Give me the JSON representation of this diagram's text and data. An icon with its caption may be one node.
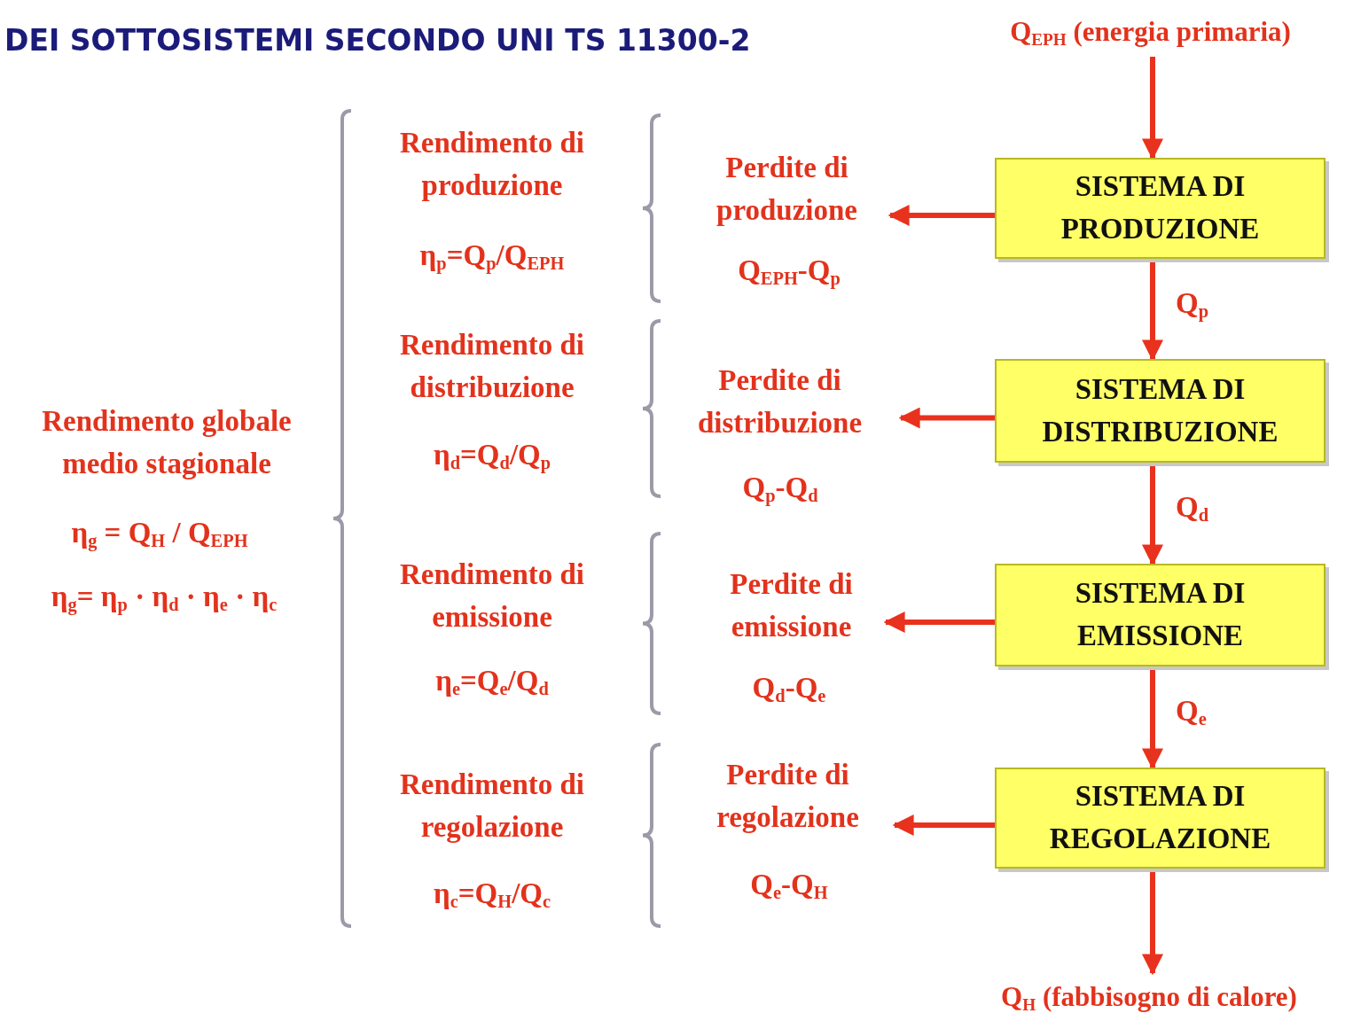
{
  "diagram": {
    "title": "DEI SOTTOSISTEMI SECONDO UNI TS 11300-2",
    "nodes": [
      {
        "text": [
          "Q$_{EPH}$ (energia primaria)"
        ]
      },
      {
        "text": [
          "SISTEMA DI PRODUZIONE"
        ]
      },
      {
        "text": [
          "SISTEMA DI DISTRIBUZIONE"
        ]
      },
      {
        "text": [
          "SISTEMA DI EMISSIONE"
        ]
      },
      {
        "text": [
          "SISTEMA DI REGOLAZIONE"
        ]
      },
      {
        "text": [
          "Q$_{H}$ (fabbisogno di calore)"
        ]
      },
      {
        "text": [
          "Perdite di produzione"
        ],
        "beside": [
          "Q$_{EPH}$-Q$_{p}$"
        ]
      },
      {
        "text": [
          "Perdite di distribuzione"
        ],
        "beside": [
          "Q$_{p}$-Q$_{d}$"
        ]
      },
      {
        "text": [
          "Perdite di emissione"
        ],
        "beside": [
          "Q$_{d}$-Q$_{e}$"
        ]
      },
      {
        "text": [
          "Perdite di regolazione"
        ],
        "beside": [
          "Q$_{e}$-Q$_{H}$"
        ]
      }
    ],
    "edges": [
      {
        "from": 0,
        "to": 1,
        "arrow": "to"
      },
      {
        "from": 1,
        "to": 2,
        "arrow": "to",
        "label": "Q$_{p}$"
      },
      {
        "from": 2,
        "to": 3,
        "arrow": "to",
        "label": "Q$_{d}$"
      },
      {
        "from": 3,
        "to": 4,
        "arrow": "to",
        "label": "Q$_{e}$"
      },
      {
        "from": 4,
        "to": 5,
        "arrow": "to"
      },
      {
        "from": 1,
        "to": 6,
        "arrow": "to"
      },
      {
        "from": 2,
        "to": 7,
        "arrow": "to"
      },
      {
        "from": 3,
        "to": 8,
        "arrow": "to"
      },
      {
        "from": 4,
        "to": 9,
        "arrow": "to"
      }
    ],
    "labels": [
      "Rendimento di produzione",
      "η$_{p}$=Q$_{p}$/Q$_{EPH}$",
      "Rendimento di distribuzione",
      "η$_{d}$=Q$_{d}$/Q$_{p}$",
      "Rendimento globale medio stagionale",
      "η$_{g}$ = Q$_{H}$ / Q$_{EPH}$",
      "η$_{g}$= η$_{p}$ · η$_{d}$ · η$_{e}$ · η$_{c}$",
      "Rendimento di emissione",
      "η$_{e}$=Q$_{e}$/Q$_{d}$",
      "Rendimento di regolazione",
      "η$_{c}$=Q$_{H}$/Q$_{c}$"
    ]
  }
}
